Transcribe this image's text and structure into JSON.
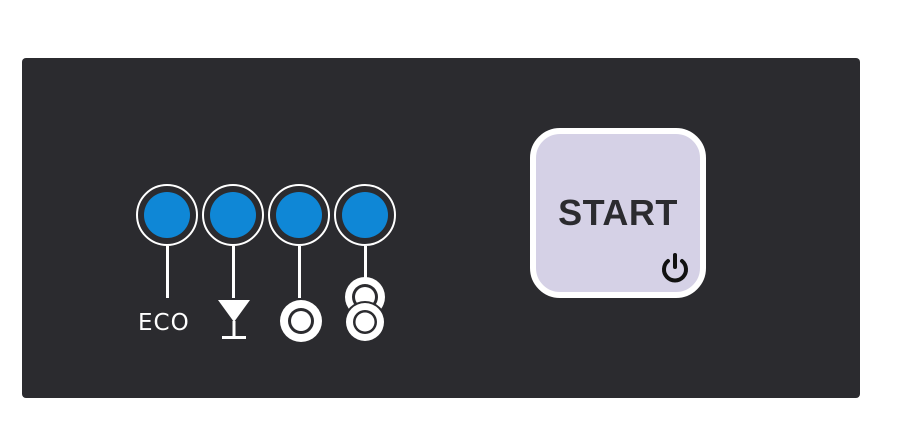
{
  "panel": {
    "background_color": "#2b2b2f",
    "led_color": "#0f87d6",
    "programs": [
      {
        "id": "eco",
        "label": "ECO",
        "icon": "eco-text"
      },
      {
        "id": "glass",
        "label": "",
        "icon": "wine-glass-icon"
      },
      {
        "id": "normal",
        "label": "",
        "icon": "single-circle-icon"
      },
      {
        "id": "intensive",
        "label": "",
        "icon": "stacked-circles-icon"
      }
    ]
  },
  "start_button": {
    "label": "START",
    "icon": "power-icon",
    "color": "#d5d1e6"
  }
}
